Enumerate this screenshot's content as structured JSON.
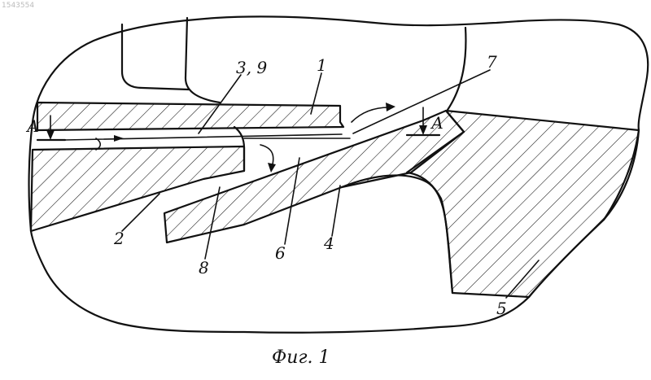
{
  "document": {
    "number": "1543554",
    "caption": "Фиг. 1"
  },
  "section_marks": [
    {
      "id": "left",
      "text": "А"
    },
    {
      "id": "right",
      "text": "А"
    }
  ],
  "callouts": [
    {
      "id": "1",
      "text": "1"
    },
    {
      "id": "3-9",
      "text": "3, 9"
    },
    {
      "id": "7",
      "text": "7"
    },
    {
      "id": "2",
      "text": "2"
    },
    {
      "id": "8",
      "text": "8"
    },
    {
      "id": "6",
      "text": "6"
    },
    {
      "id": "4",
      "text": "4"
    },
    {
      "id": "5",
      "text": "5"
    }
  ]
}
